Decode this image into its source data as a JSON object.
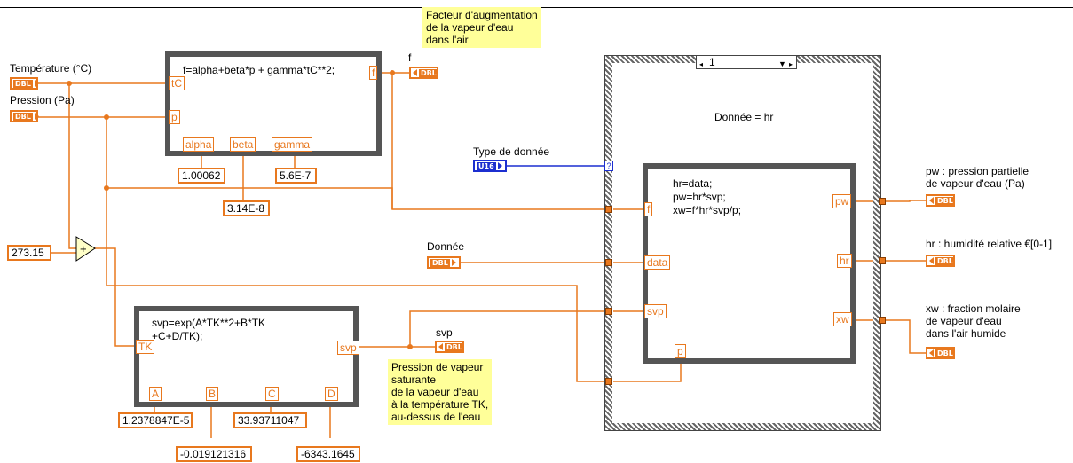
{
  "labels": {
    "temperature": "Température (°C)",
    "pressure": "Pression (Pa)",
    "f_out": "f",
    "svp_out": "svp",
    "type_donnee": "Type de donnée",
    "donnee": "Donnée",
    "case_label": "Donnée = hr",
    "pw_out": "pw : pression partielle\nde vapeur d'eau (Pa)",
    "hr_out": "hr : humidité relative €[0-1]",
    "xw_out": "xw : fraction molaire\nde vapeur d'eau\ndans l'air humide"
  },
  "notes": {
    "facteur": "Facteur d'augmentation\nde la vapeur d'eau\ndans l'air",
    "pression_vapeur": "Pression de vapeur\nsaturante\nde la vapeur d'eau\nà la température TK,\nau-dessus de l'eau"
  },
  "formula_f": {
    "code": "f=alpha+beta*p + gamma*tC**2;",
    "inputs": [
      "tC",
      "p"
    ],
    "output": "f",
    "params": [
      "alpha",
      "beta",
      "gamma"
    ]
  },
  "formula_svp": {
    "code": "svp=exp(A*TK**2+B*TK\n+C+D/TK);",
    "inputs": [
      "TK"
    ],
    "output": "svp",
    "params": [
      "A",
      "B",
      "C",
      "D"
    ]
  },
  "formula_hr": {
    "code": "hr=data;\npw=hr*svp;\nxw=f*hr*svp/p;",
    "inputs": [
      "f",
      "data",
      "svp",
      "p"
    ],
    "outputs": [
      "pw",
      "hr",
      "xw"
    ]
  },
  "constants": {
    "alpha": "1.00062",
    "beta": "3.14E-8",
    "gamma": "5.6E-7",
    "kelvin": "273.15",
    "A": "1.2378847E-5",
    "B": "-0.019121316",
    "C": "33.93711047",
    "D": "-6343.1645"
  },
  "selector": {
    "value": "1"
  },
  "tags": {
    "dbl": "DBL",
    "u16": "U16",
    "plus": "+",
    "question": "?"
  },
  "colors": {
    "wire_orange": "#e8781e",
    "wire_blue": "#1c2fd0",
    "note_yellow": "#ffff99",
    "frame_gray": "#555555"
  }
}
